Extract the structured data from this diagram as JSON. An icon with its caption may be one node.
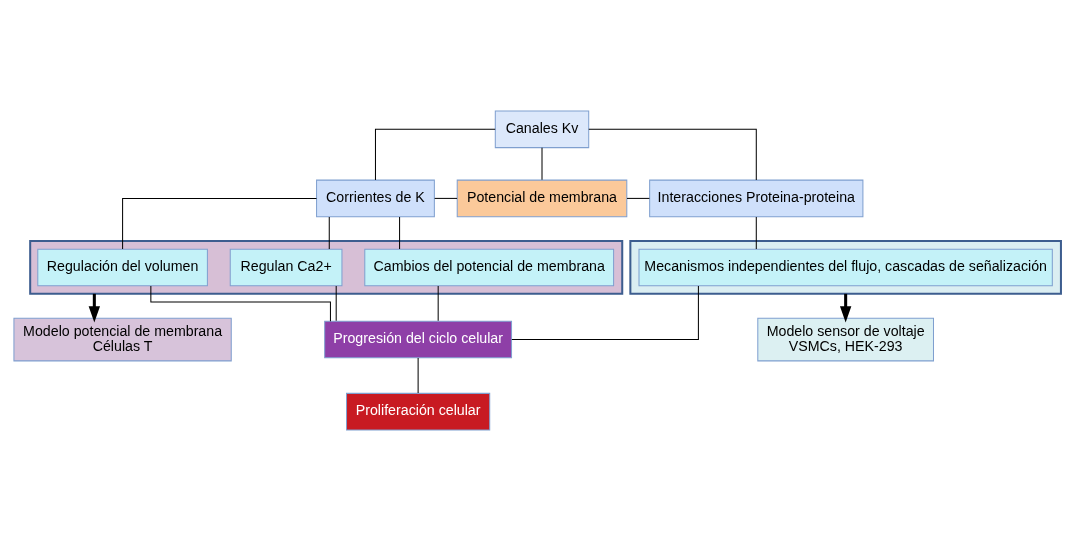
{
  "diagram": {
    "nodes": [
      {
        "text": [
          "Canales Kv"
        ]
      },
      {
        "text": [
          "Corrientes de K"
        ]
      },
      {
        "text": [
          "Potencial de membrana"
        ]
      },
      {
        "text": [
          "Interacciones Proteina-proteina"
        ]
      },
      {
        "text": [],
        "shape": "box"
      },
      {
        "text": [
          "Regulan Ca2+"
        ],
        "in": 4
      },
      {
        "text": [
          "Regulación del volumen"
        ],
        "in": 4
      },
      {
        "text": [
          "Cambios del potencial de membrana"
        ],
        "in": 4
      },
      {
        "text": [],
        "shape": "box"
      },
      {
        "text": [
          "Mecanismos independientes del flujo, cascadas de señalización"
        ],
        "in": 8
      },
      {
        "text": [
          "Modelo potencial de membrana",
          "Células T"
        ]
      },
      {
        "text": [
          "Progresión del ciclo celular"
        ]
      },
      {
        "text": [
          "Proliferación celular"
        ]
      },
      {
        "text": [
          "Modelo sensor de voltaje",
          "VSMCs, HEK-293"
        ]
      }
    ],
    "edges": [
      {
        "from": 0,
        "to": 1,
        "arrow": "none"
      },
      {
        "from": 0,
        "to": 2,
        "arrow": "none"
      },
      {
        "from": 0,
        "to": 3,
        "arrow": "none"
      },
      {
        "from": 1,
        "to": 2,
        "arrow": "none"
      },
      {
        "from": 2,
        "to": 3,
        "arrow": "none"
      },
      {
        "from": 1,
        "to": 5,
        "arrow": "none"
      },
      {
        "from": 1,
        "to": 6,
        "arrow": "none"
      },
      {
        "from": 1,
        "to": 7,
        "arrow": "none"
      },
      {
        "from": 3,
        "to": 9,
        "arrow": "none"
      },
      {
        "from": 5,
        "to": 11,
        "arrow": "none"
      },
      {
        "from": 6,
        "to": 11,
        "arrow": "none"
      },
      {
        "from": 7,
        "to": 11,
        "arrow": "none"
      },
      {
        "from": 9,
        "to": 11,
        "arrow": "none"
      },
      {
        "from": 11,
        "to": 12,
        "arrow": "none"
      },
      {
        "from": 4,
        "to": 10,
        "arrow": "to",
        "style": "thick"
      },
      {
        "from": 8,
        "to": 13,
        "arrow": "to",
        "style": "thick"
      }
    ]
  }
}
